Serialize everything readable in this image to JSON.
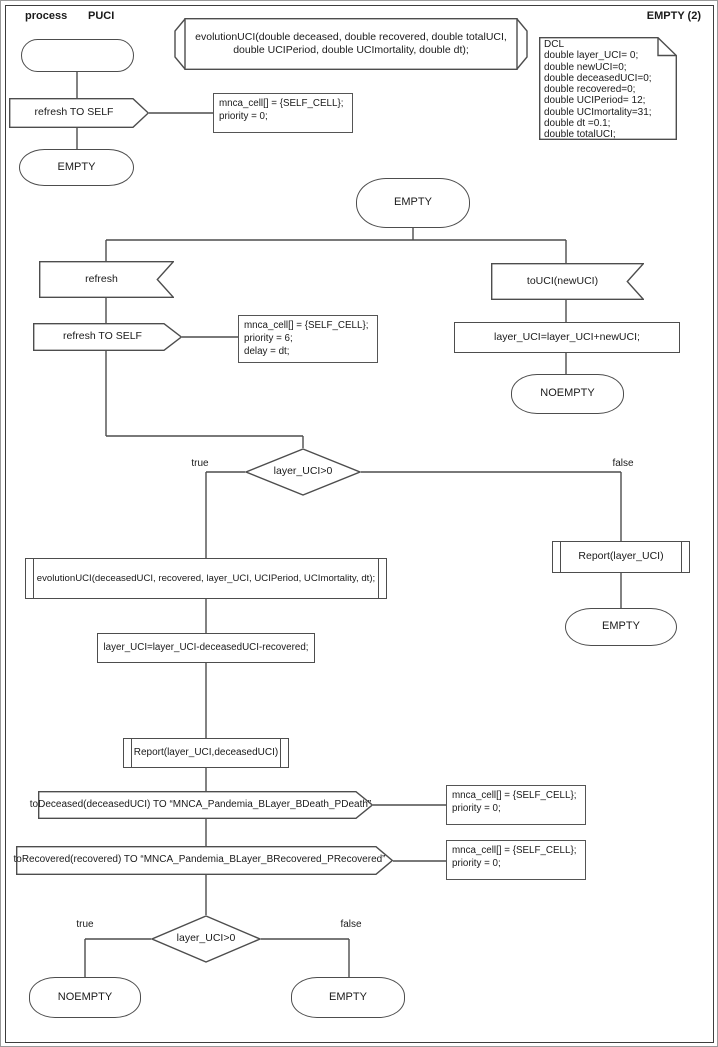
{
  "frame": {
    "process_label": "process",
    "process_name": "PUCI",
    "page_label": "EMPTY (2)"
  },
  "declaration": {
    "text": "evolutionUCI(double deceased, double recovered, double totalUCI,\ndouble UCIPeriod, double UCImortality, double dt);"
  },
  "dcl_note": {
    "text": "DCL\ndouble layer_UCI= 0;\ndouble newUCI=0;\ndouble deceasedUCI=0;\ndouble recovered=0;\ndouble UCIPeriod= 12;\ndouble UCImortality=31;\ndouble dt =0.1;\ndouble totalUCI;"
  },
  "start_flow": {
    "output_refresh": "refresh TO SELF",
    "annotation": "mnca_cell[] = {SELF_CELL};\npriority = 0;",
    "state_empty": "EMPTY"
  },
  "main_flow": {
    "state": "EMPTY",
    "input_refresh": "refresh",
    "output_refresh": "refresh TO SELF",
    "annotation_refresh": "mnca_cell[] = {SELF_CELL};\npriority = 6;\ndelay = dt;",
    "input_touci": "toUCI(newUCI)",
    "task_add": "layer_UCI=layer_UCI+newUCI;",
    "state_noempty": "NOEMPTY"
  },
  "decision1": {
    "condition": "layer_UCI>0",
    "true_label": "true",
    "false_label": "false"
  },
  "false_branch": {
    "procedure_report": "Report(layer_UCI)",
    "state_empty": "EMPTY"
  },
  "true_branch": {
    "procedure_evolution": "evolutionUCI(deceasedUCI, recovered, layer_UCI, UCIPeriod, UCImortality, dt);",
    "task_subtract": "layer_UCI=layer_UCI-deceasedUCI-recovered;",
    "procedure_report": "Report(layer_UCI,deceasedUCI)",
    "output_deceased": "toDeceased(deceasedUCI) TO “MNCA_Pandemia_BLayer_BDeath_PDeath”",
    "annotation_deceased": "mnca_cell[] = {SELF_CELL};\npriority = 0;",
    "output_recovered": "toRecovered(recovered) TO “MNCA_Pandemia_BLayer_BRecovered_PRecovered”",
    "annotation_recovered": "mnca_cell[] = {SELF_CELL};\npriority = 0;"
  },
  "decision2": {
    "condition": "layer_UCI>0",
    "true_label": "true",
    "false_label": "false",
    "state_true": "NOEMPTY",
    "state_false": "EMPTY"
  },
  "colors": {
    "stroke": "#4d4d4d",
    "text": "#1a1a1a",
    "background": "#ffffff"
  }
}
